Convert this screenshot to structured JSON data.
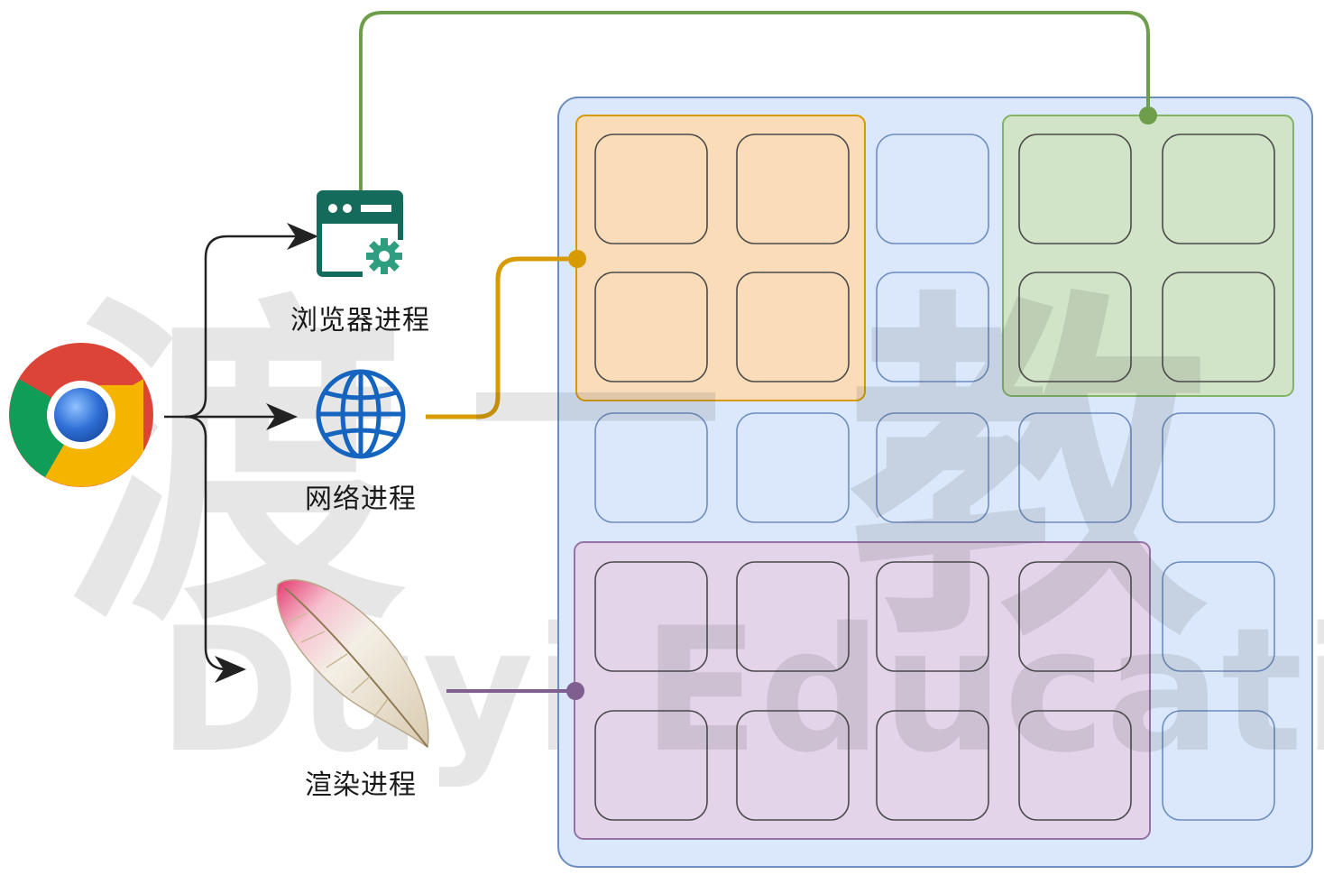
{
  "labels": {
    "browser_process": "浏览器进程",
    "network_process": "网络进程",
    "render_process": "渲染进程"
  },
  "watermark": {
    "top_left": "渡",
    "top_mid": "一",
    "top_right": "教",
    "bottom_left": "Duyi",
    "bottom_right": "Educatio"
  },
  "colors": {
    "browser_link": "#6e9e4a",
    "network_link": "#d79b00",
    "render_link": "#7e5f8f",
    "memory_fill": "#dbe8fb",
    "memory_stroke": "#6c8ebf",
    "network_region": "#ffd9ad",
    "network_region_stroke": "#d79b00",
    "browser_region": "#cfe3bd",
    "browser_region_stroke": "#82b366",
    "render_region": "#e3d2e8",
    "render_region_stroke": "#9673a6"
  },
  "icons": {
    "app": "chrome-logo-icon",
    "browser": "browser-window-gear-icon",
    "network": "globe-icon",
    "render": "feather-quill-icon"
  }
}
